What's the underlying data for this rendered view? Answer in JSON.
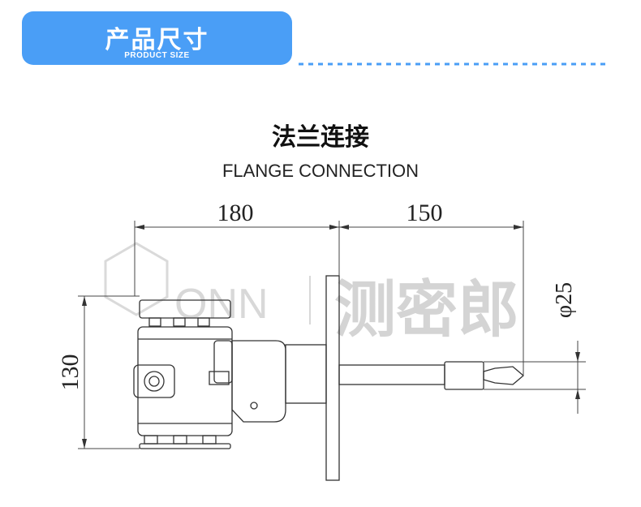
{
  "banner": {
    "title_cn": "产品尺寸",
    "title_en": "PRODUCT SIZE"
  },
  "heading": {
    "title_cn": "法兰连接",
    "title_en": "FLANGE CONNECTION"
  },
  "dimensions": {
    "width_housing": "180",
    "width_probe": "150",
    "height": "130",
    "diameter": "φ25"
  },
  "watermark": {
    "cn": "测密郎",
    "en": "ONN"
  },
  "colors": {
    "banner": "#4a9ef6",
    "line": "#333333",
    "watermark": "#d4d4d4"
  }
}
